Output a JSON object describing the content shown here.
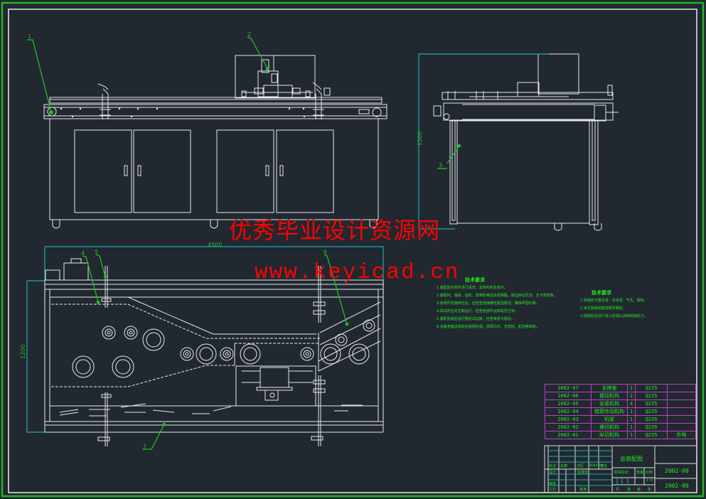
{
  "drawing": {
    "title_block": {
      "drawing_name": "总装配图",
      "drawing_code_1": "2002-00",
      "drawing_code_2": "2002-00",
      "scale_labels": [
        "标记",
        "处数",
        "分区",
        "更改文件号",
        "签名",
        "年月日"
      ],
      "row_labels": [
        "设计",
        "审核",
        "工艺",
        "批准"
      ],
      "standardization": "标准化",
      "stage_labels": [
        "阶段标记",
        "重量",
        "比例"
      ],
      "sheet_labels": [
        "共",
        "张",
        "第",
        "张"
      ],
      "scale_value": "1:5"
    },
    "bom": {
      "rows": [
        {
          "code": "2002-07",
          "name": "支撑座",
          "qty": "1",
          "material": "Q235",
          "note": ""
        },
        {
          "code": "2002-06",
          "name": "摆动机构",
          "qty": "2",
          "material": "Q235",
          "note": ""
        },
        {
          "code": "2002-05",
          "name": "张紧机构",
          "qty": "4",
          "material": "Q235",
          "note": ""
        },
        {
          "code": "2002-04",
          "name": "辊筒传动机构",
          "qty": "1",
          "material": "Q235",
          "note": ""
        },
        {
          "code": "2002-03",
          "name": "机架",
          "qty": "1",
          "material": "Q235",
          "note": ""
        },
        {
          "code": "2002-02",
          "name": "横切机构",
          "qty": "1",
          "material": "Q235",
          "note": ""
        },
        {
          "code": "2002-01",
          "name": "纵切机构",
          "qty": "1",
          "material": "Q235",
          "note": "外购"
        }
      ]
    },
    "tech_notes_1": {
      "heading": "技术要求",
      "lines": [
        "1.装配前对零件进行清洗，去除毛刺及油污。",
        "2.装配时，轴承、齿轮、皮带轮等应涂润滑脂，保证转动灵活，无卡滞现象。",
        "3.各零件安装到位后，应检查连接螺栓紧固情况，确保牢固可靠。",
        "4.调试时应先空载运行，检查各部件运转是否正常。",
        "5.装配完成后进行整机试运转，检查噪音与振动。",
        "6.设备表面涂漆前应除锈处理，漆层均匀，无流挂、起泡等缺陷。"
      ]
    },
    "tech_notes_2": {
      "heading": "技术要求",
      "lines": [
        "1.焊缝应平整光滑，无夹渣、气孔、裂纹。",
        "2.未注焊缝高度按板厚确定。",
        "3.焊接后应进行退火处理以消除焊接应力。"
      ]
    },
    "dimensions": {
      "front_width": "4500",
      "side_height": "1500",
      "top_depth": "1200"
    },
    "balloons": [
      "1",
      "2",
      "3",
      "4",
      "5",
      "6",
      "7"
    ],
    "watermark": {
      "chinese": "优秀毕业设计资源网",
      "url": "www.keyicad.cn"
    },
    "colors": {
      "background": "#212830",
      "outline": "#e8e8e8",
      "frame_outer": "#1fb81f",
      "leader": "#1fbf1f",
      "dimension": "#1fa8b0",
      "bom_grid": "#c040c0",
      "text": "#22ee22",
      "watermark": "#ff0000"
    }
  }
}
